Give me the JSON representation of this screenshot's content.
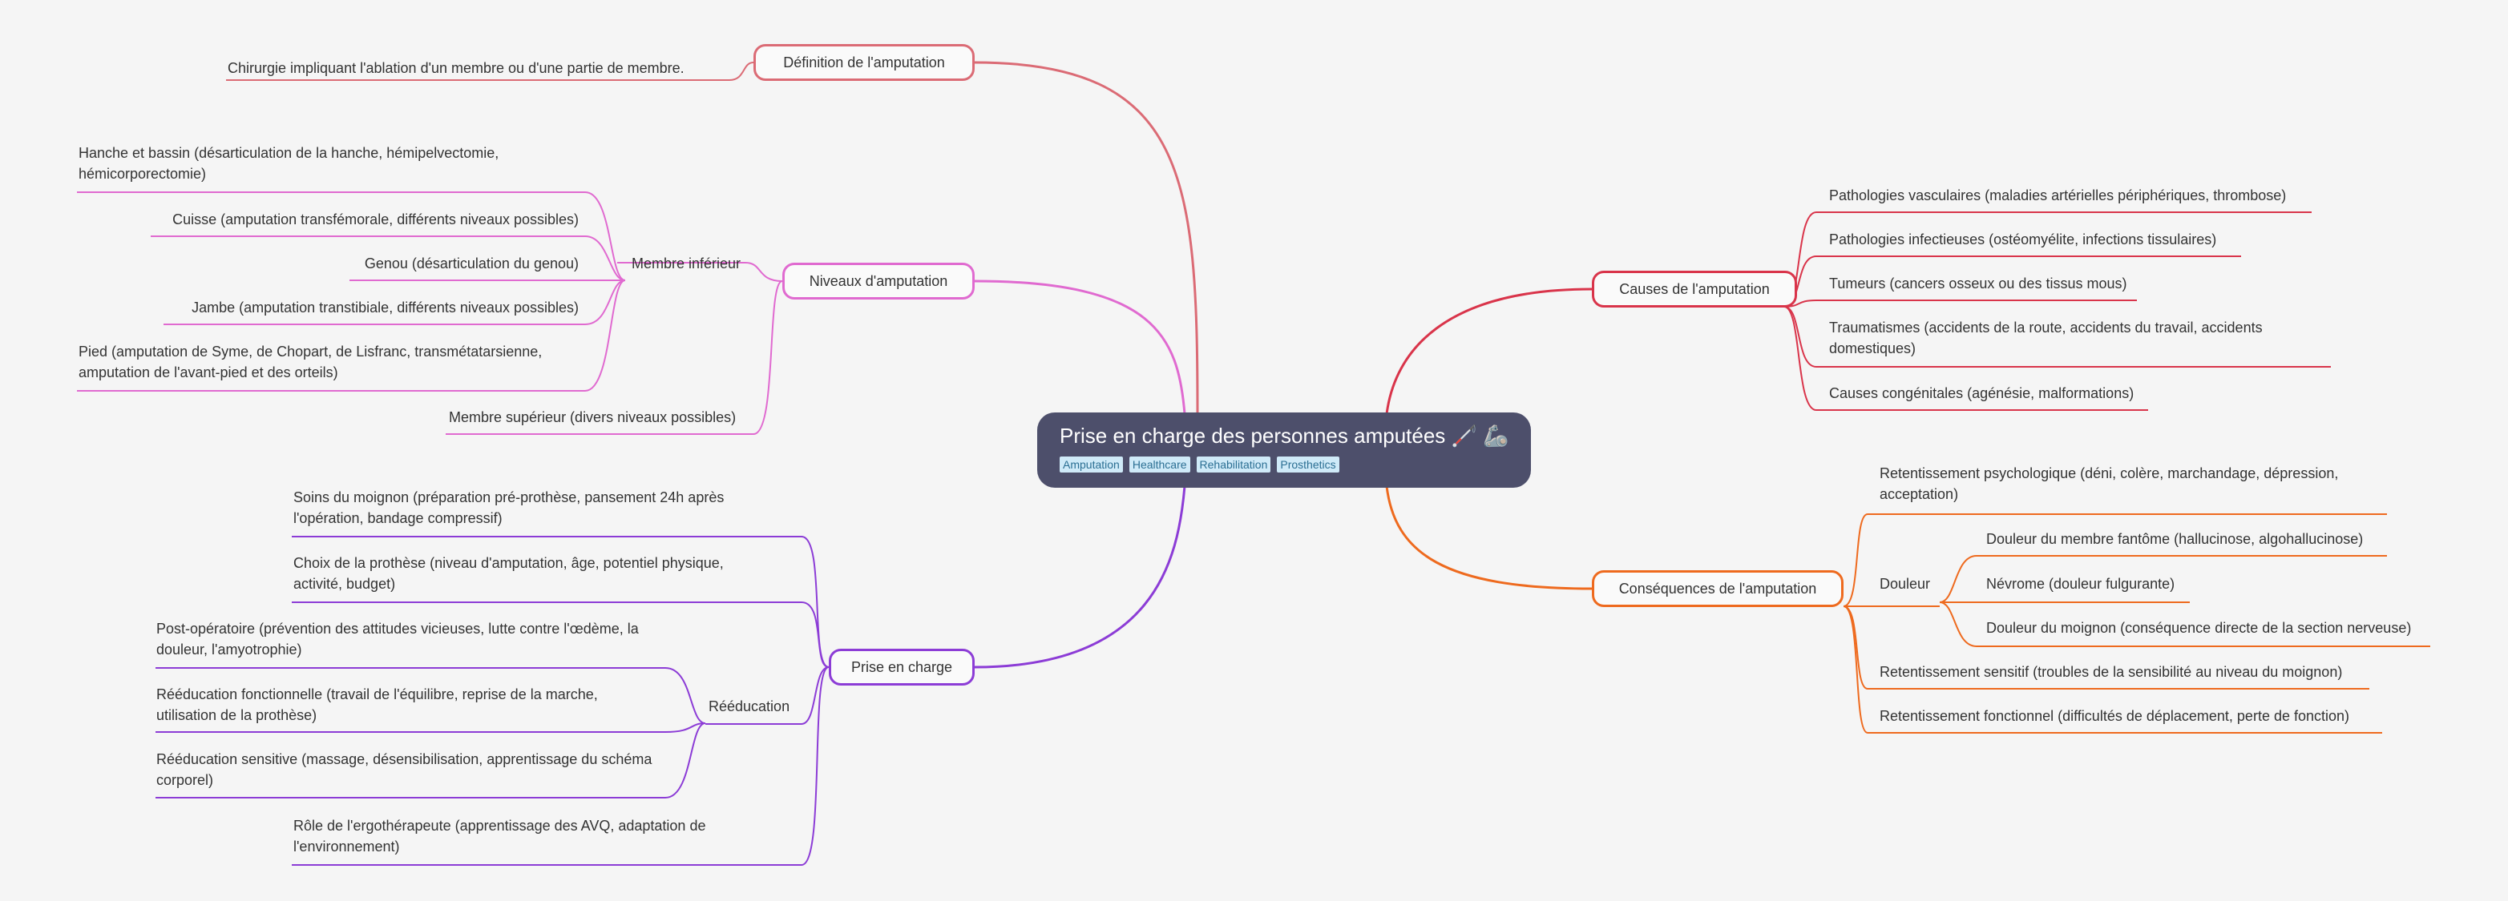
{
  "root": {
    "title": "Prise en charge des personnes amputées 🦯 🦾",
    "tags": [
      "Amputation",
      "Healthcare",
      "Rehabilitation",
      "Prosthetics"
    ]
  },
  "colors": {
    "definition": "#db6b75",
    "niveaux": "#e06ad0",
    "prise": "#8c3cd6",
    "causes": "#d9344a",
    "consequences": "#ee6a1e",
    "root_bg": "#4d4f6b"
  },
  "definition": {
    "label": "Définition de l'amputation",
    "text": "Chirurgie impliquant l'ablation d'un membre ou d'une partie de membre."
  },
  "niveaux": {
    "label": "Niveaux d'amputation",
    "inferieur": {
      "label": "Membre inférieur",
      "items": [
        "Hanche et bassin (désarticulation de la hanche, hémipelvectomie, hémicorporectomie)",
        "Cuisse (amputation transfémorale, différents niveaux possibles)",
        "Genou (désarticulation du genou)",
        "Jambe (amputation transtibiale, différents niveaux possibles)",
        "Pied (amputation de Syme, de Chopart, de Lisfranc, transmétatarsienne, amputation de l'avant-pied et des orteils)"
      ]
    },
    "superieur": "Membre supérieur (divers niveaux possibles)"
  },
  "prise": {
    "label": "Prise en charge",
    "soins": "Soins du moignon (préparation pré-prothèse, pansement 24h après l'opération, bandage compressif)",
    "choix": "Choix de la prothèse (niveau d'amputation, âge, potentiel physique, activité, budget)",
    "reeducation": {
      "label": "Rééducation",
      "items": [
        "Post-opératoire (prévention des attitudes vicieuses, lutte contre l'œdème, la douleur, l'amyotrophie)",
        "Rééducation fonctionnelle (travail de l'équilibre, reprise de la marche, utilisation de la prothèse)",
        "Rééducation sensitive (massage, désensibilisation, apprentissage du schéma corporel)"
      ]
    },
    "ergo": "Rôle de l'ergothérapeute (apprentissage des AVQ, adaptation de l'environnement)"
  },
  "causes": {
    "label": "Causes de l'amputation",
    "items": [
      "Pathologies vasculaires (maladies artérielles périphériques, thrombose)",
      "Pathologies infectieuses (ostéomyélite, infections tissulaires)",
      "Tumeurs (cancers osseux ou des tissus mous)",
      "Traumatismes (accidents de la route, accidents du travail, accidents domestiques)",
      "Causes congénitales (agénésie, malformations)"
    ]
  },
  "consequences": {
    "label": "Conséquences de l'amputation",
    "psy": "Retentissement psychologique (déni, colère, marchandage, dépression, acceptation)",
    "douleur": {
      "label": "Douleur",
      "items": [
        "Douleur du membre fantôme (hallucinose, algohallucinose)",
        "Névrome (douleur fulgurante)",
        "Douleur du moignon (conséquence directe de la section nerveuse)"
      ]
    },
    "sensitif": "Retentissement sensitif (troubles de la sensibilité au niveau du moignon)",
    "fonctionnel": "Retentissement fonctionnel (difficultés de déplacement, perte de fonction)"
  }
}
